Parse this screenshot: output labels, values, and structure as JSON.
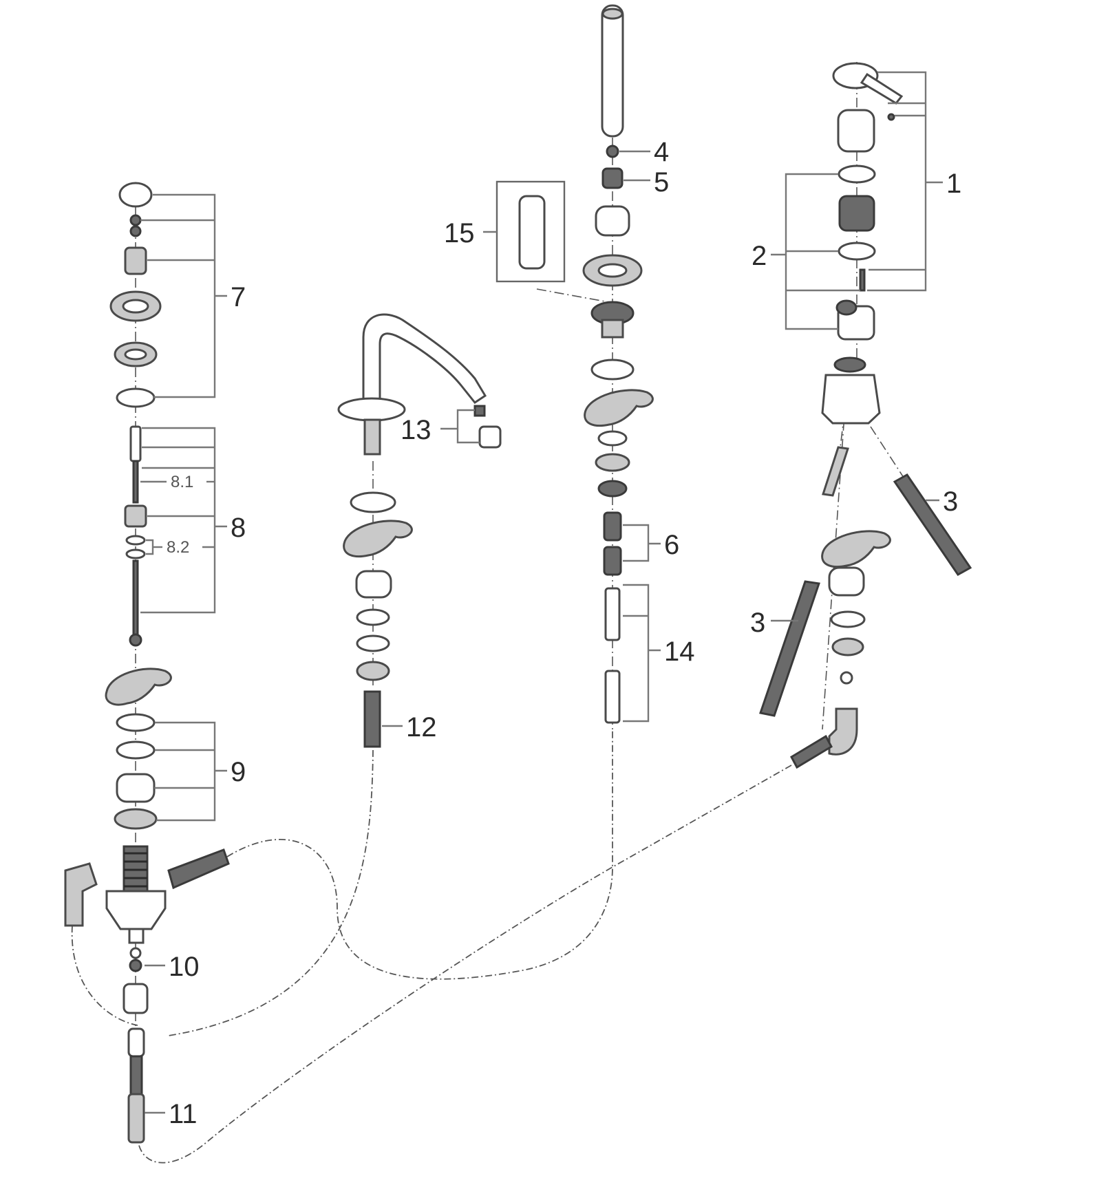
{
  "callouts": {
    "c1": "1",
    "c2": "2",
    "c3a": "3",
    "c3b": "3",
    "c4": "4",
    "c5": "5",
    "c6": "6",
    "c7": "7",
    "c8": "8",
    "c8_1": "8.1",
    "c8_2": "8.2",
    "c9": "9",
    "c10": "10",
    "c11": "11",
    "c12": "12",
    "c13": "13",
    "c14": "14",
    "c15": "15"
  },
  "colors": {
    "line": "#4a4a4a",
    "fill_dark": "#6a6a6a",
    "fill_light": "#c9c9c9",
    "background": "#ffffff"
  }
}
